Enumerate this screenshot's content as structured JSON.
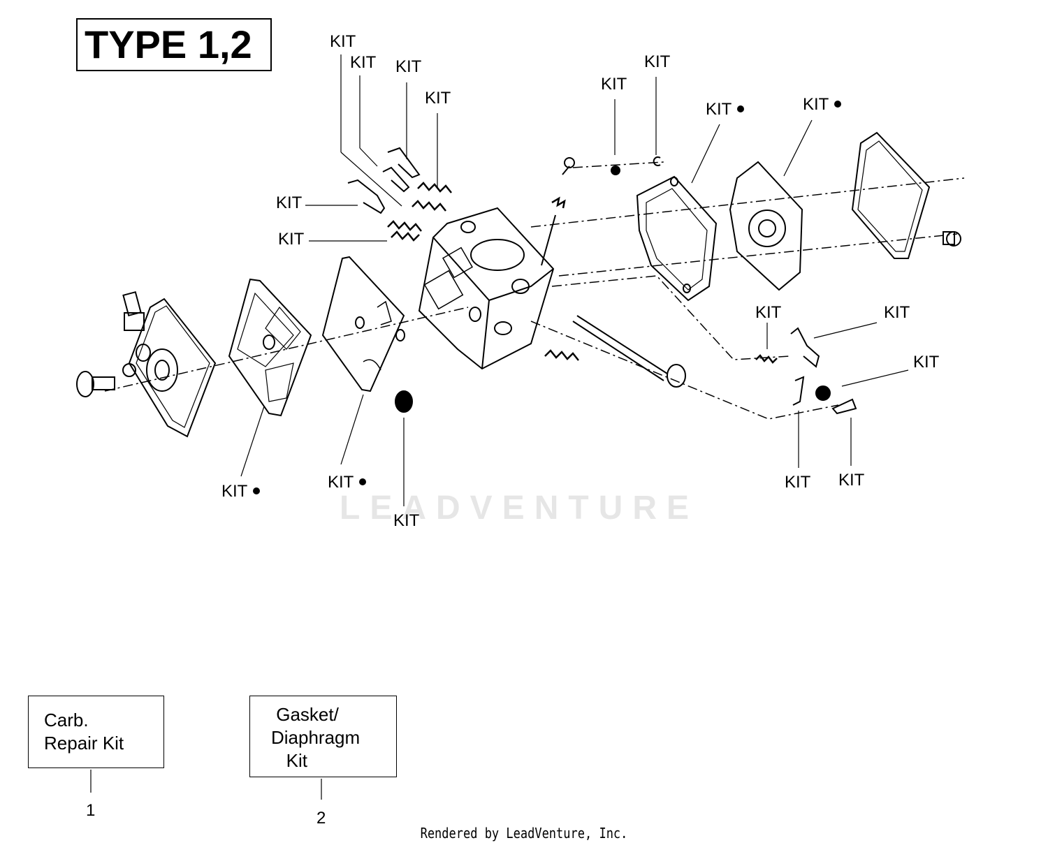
{
  "type_title": "TYPE 1,2",
  "callouts": [
    {
      "label": "KIT",
      "dot": false
    },
    {
      "label": "KIT",
      "dot": false
    },
    {
      "label": "KIT",
      "dot": false
    },
    {
      "label": "KIT",
      "dot": false
    },
    {
      "label": "KIT",
      "dot": false
    },
    {
      "label": "KIT",
      "dot": false
    },
    {
      "label": "KIT",
      "dot": false
    },
    {
      "label": "KIT",
      "dot": false
    },
    {
      "label": "KIT",
      "dot": true
    },
    {
      "label": "KIT",
      "dot": true
    },
    {
      "label": "KIT",
      "dot": false
    },
    {
      "label": "KIT",
      "dot": false
    },
    {
      "label": "KIT",
      "dot": false
    },
    {
      "label": "KIT",
      "dot": true
    },
    {
      "label": "KIT",
      "dot": true
    },
    {
      "label": "KIT",
      "dot": false
    },
    {
      "label": "KIT",
      "dot": false
    },
    {
      "label": "KIT",
      "dot": false
    }
  ],
  "legend": [
    {
      "lines": [
        "Carb.",
        "Repair Kit"
      ],
      "number": "1"
    },
    {
      "lines": [
        " Gasket/",
        "Diaphragm",
        "   Kit"
      ],
      "number": "2"
    }
  ],
  "watermark": "LEADVENTURE",
  "footer": "Rendered by LeadVenture, Inc."
}
